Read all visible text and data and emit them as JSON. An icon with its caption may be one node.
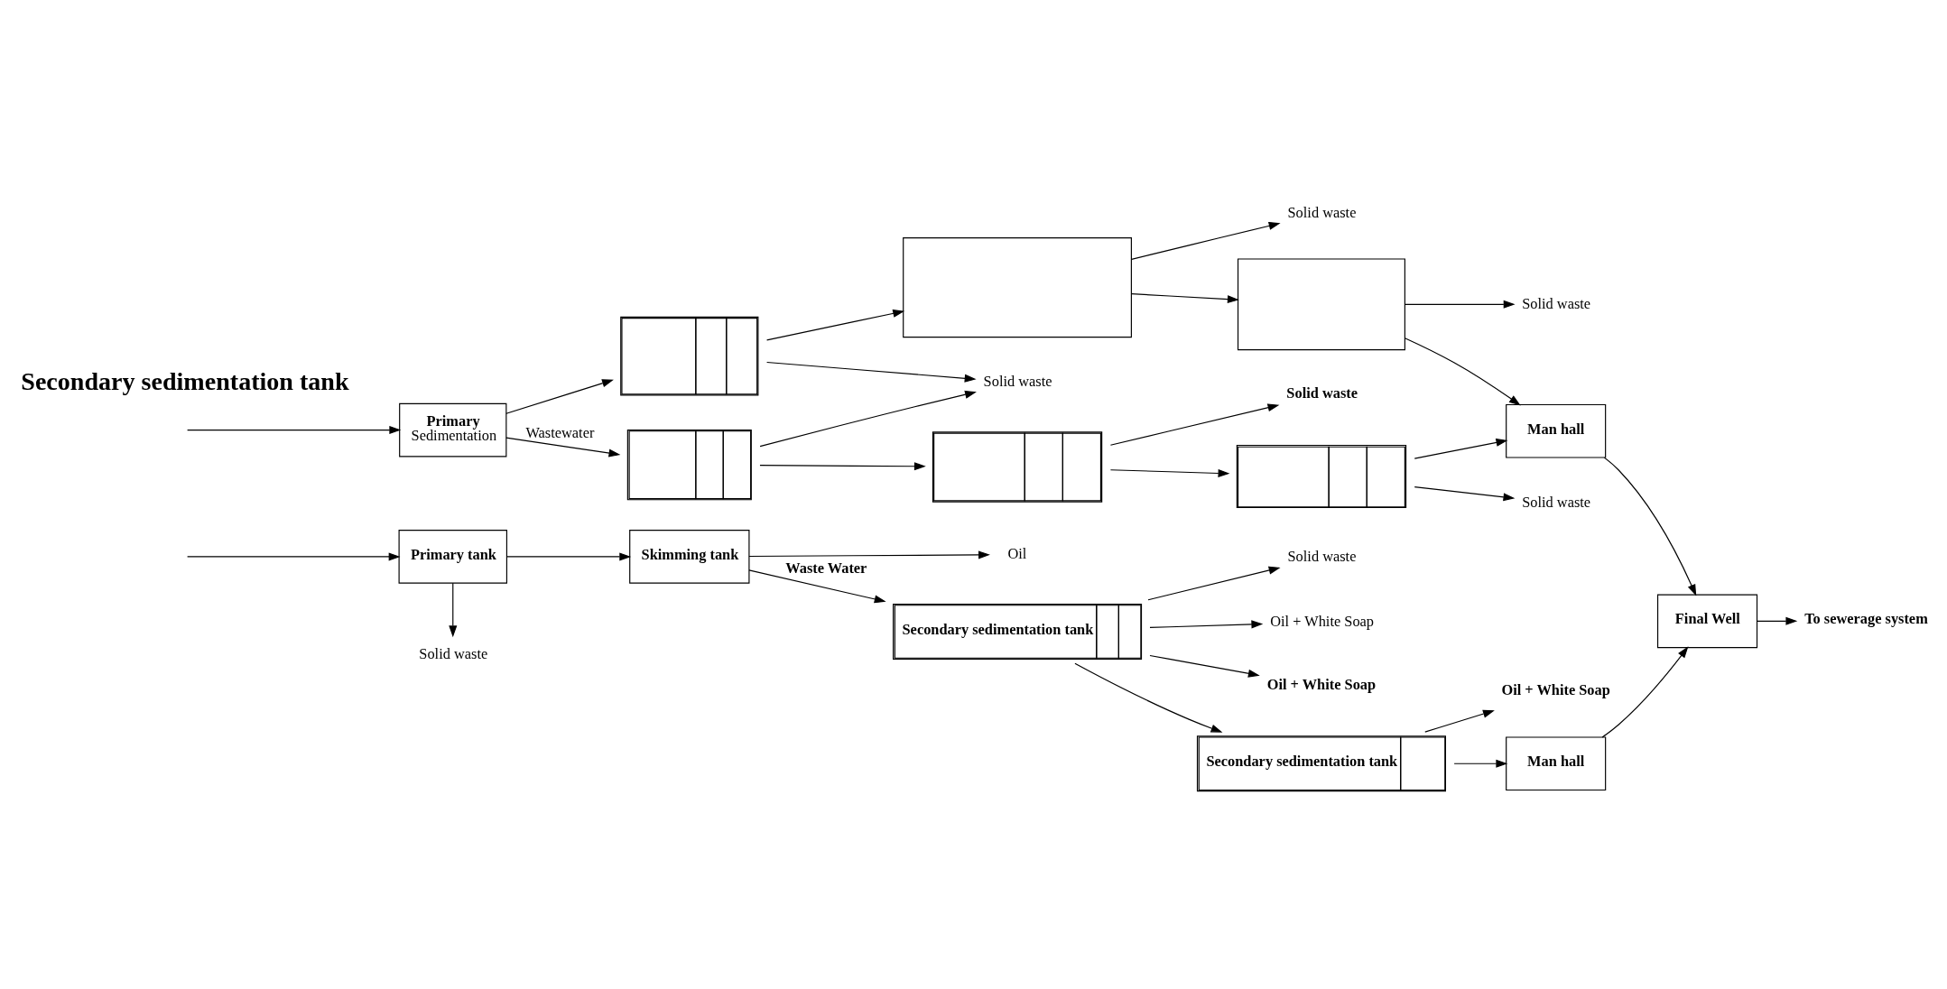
{
  "diagram": {
    "nodes": [
      {
        "text": [
          "Primary tank"
        ]
      },
      {
        "text": [
          "Solid waste"
        ]
      },
      {
        "text": [
          "Skimming tank"
        ]
      },
      {
        "text": [
          "Oil"
        ]
      },
      {
        "text": [
          "Secondary sedimentation tank"
        ]
      },
      {
        "text": [
          "Solid waste"
        ]
      },
      {
        "text": [
          "Oil + White Soap"
        ]
      },
      {
        "text": [
          "Oil + White Soap"
        ]
      },
      {
        "text": [
          "Secondary sedimentation tank"
        ]
      },
      {
        "text": [
          "Oil + White Soap"
        ]
      },
      {
        "text": [
          "Man hall"
        ]
      },
      {
        "text": [
          "Final Well"
        ]
      },
      {
        "text": [
          "To sewerage system"
        ]
      },
      {
        "text": [
          "Primary",
          "Sedimentation"
        ]
      },
      {
        "text": [],
        "shape": "box"
      },
      {
        "text": [
          "Solid waste"
        ]
      },
      {
        "text": [],
        "shape": "box"
      },
      {
        "text": [
          "Solid waste"
        ]
      },
      {
        "text": [],
        "shape": "box"
      },
      {
        "text": [
          "Solid waste"
        ]
      },
      {
        "text": [],
        "shape": "box"
      },
      {
        "text": [],
        "shape": "box"
      },
      {
        "text": [
          "Solid waste"
        ]
      },
      {
        "text": [],
        "shape": "box"
      },
      {
        "text": [
          "Solid waste"
        ]
      },
      {
        "text": [
          "Man hall"
        ]
      }
    ],
    "edges": [
      {
        "from": null,
        "to": 0,
        "arrow": "to"
      },
      {
        "from": 0,
        "to": 1,
        "arrow": "to"
      },
      {
        "from": 0,
        "to": 2,
        "arrow": "to"
      },
      {
        "from": 2,
        "to": 3,
        "arrow": "to"
      },
      {
        "from": 2,
        "to": 4,
        "arrow": "to",
        "label": "Waste Water"
      },
      {
        "from": 4,
        "to": 5,
        "arrow": "to"
      },
      {
        "from": 4,
        "to": 6,
        "arrow": "to"
      },
      {
        "from": 4,
        "to": 7,
        "arrow": "to"
      },
      {
        "from": 4,
        "to": 8,
        "arrow": "to"
      },
      {
        "from": 8,
        "to": 9,
        "arrow": "to"
      },
      {
        "from": 8,
        "to": 10,
        "arrow": "to"
      },
      {
        "from": 10,
        "to": 11,
        "arrow": "to"
      },
      {
        "from": 11,
        "to": 12,
        "arrow": "to"
      },
      {
        "from": null,
        "to": 13,
        "arrow": "to"
      },
      {
        "from": 13,
        "to": 14,
        "arrow": "to",
        "label": "Wastewater"
      },
      {
        "from": 13,
        "to": 20,
        "arrow": "to"
      },
      {
        "from": 14,
        "to": 15,
        "arrow": "to"
      },
      {
        "from": 20,
        "to": 15,
        "arrow": "to"
      },
      {
        "from": 14,
        "to": 16,
        "arrow": "to"
      },
      {
        "from": 16,
        "to": 17,
        "arrow": "to"
      },
      {
        "from": 16,
        "to": 18,
        "arrow": "to"
      },
      {
        "from": 18,
        "to": 19,
        "arrow": "to"
      },
      {
        "from": 18,
        "to": 25,
        "arrow": "to"
      },
      {
        "from": 20,
        "to": 21,
        "arrow": "to"
      },
      {
        "from": 21,
        "to": 22,
        "arrow": "to"
      },
      {
        "from": 21,
        "to": 23,
        "arrow": "to"
      },
      {
        "from": 23,
        "to": 24,
        "arrow": "to"
      },
      {
        "from": 23,
        "to": 25,
        "arrow": "to"
      },
      {
        "from": 25,
        "to": 11,
        "arrow": "to"
      }
    ],
    "labels": [
      "Secondary sedimentation tank"
    ]
  }
}
